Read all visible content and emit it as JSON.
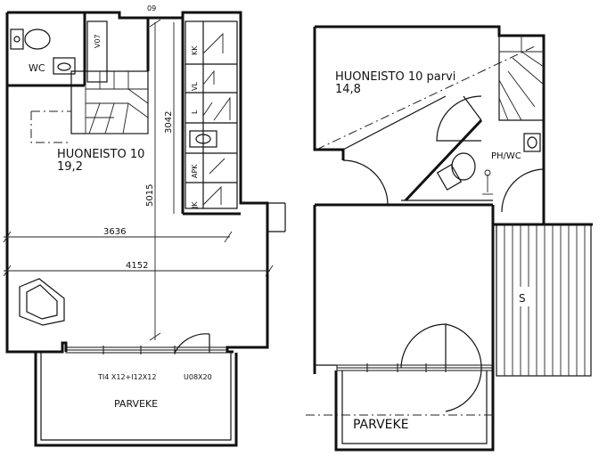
{
  "left_plan": {
    "room_name": "HUONEISTO 10",
    "room_area": "19,2",
    "wc_label": "WC",
    "dim_3636": "3636",
    "dim_4152": "4152",
    "dim_5015": "5015",
    "dim_3042": "3042",
    "top_dim": "09",
    "cab_v07": "V07",
    "cab_kk": "KK",
    "cab_vl": "VL",
    "cab_l": "L",
    "cab_apk": "APK",
    "cab_jk": "JK",
    "window_code": "TI4 X12+I12X12",
    "door_code": "U08X20",
    "balcony": "PARVEKE"
  },
  "right_plan": {
    "room_name": "HUONEISTO 10 parvi",
    "room_area": "14,8",
    "wc_label": "PH/WC",
    "sauna": "S",
    "balcony": "PARVEKE"
  }
}
